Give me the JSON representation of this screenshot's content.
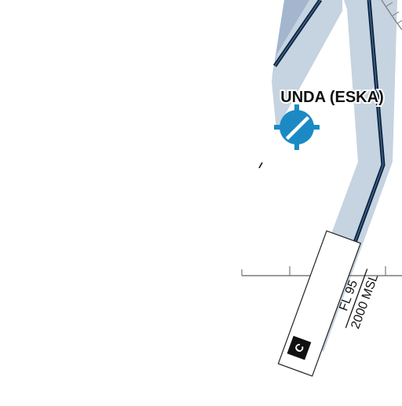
{
  "airport": {
    "name": "UNDA (ESKA)",
    "symbol_color": "#1b8ac4"
  },
  "airspace": {
    "class_label": "C",
    "upper_limit": "FL 95",
    "lower_limit": "2000 MSL",
    "fill_color": "#c6d3e0",
    "boundary_color": "#1f3f66"
  },
  "colors": {
    "background": "#ffffff",
    "scale_line": "#7a7a7a",
    "label_text": "#111111",
    "class_box": "#111111"
  }
}
